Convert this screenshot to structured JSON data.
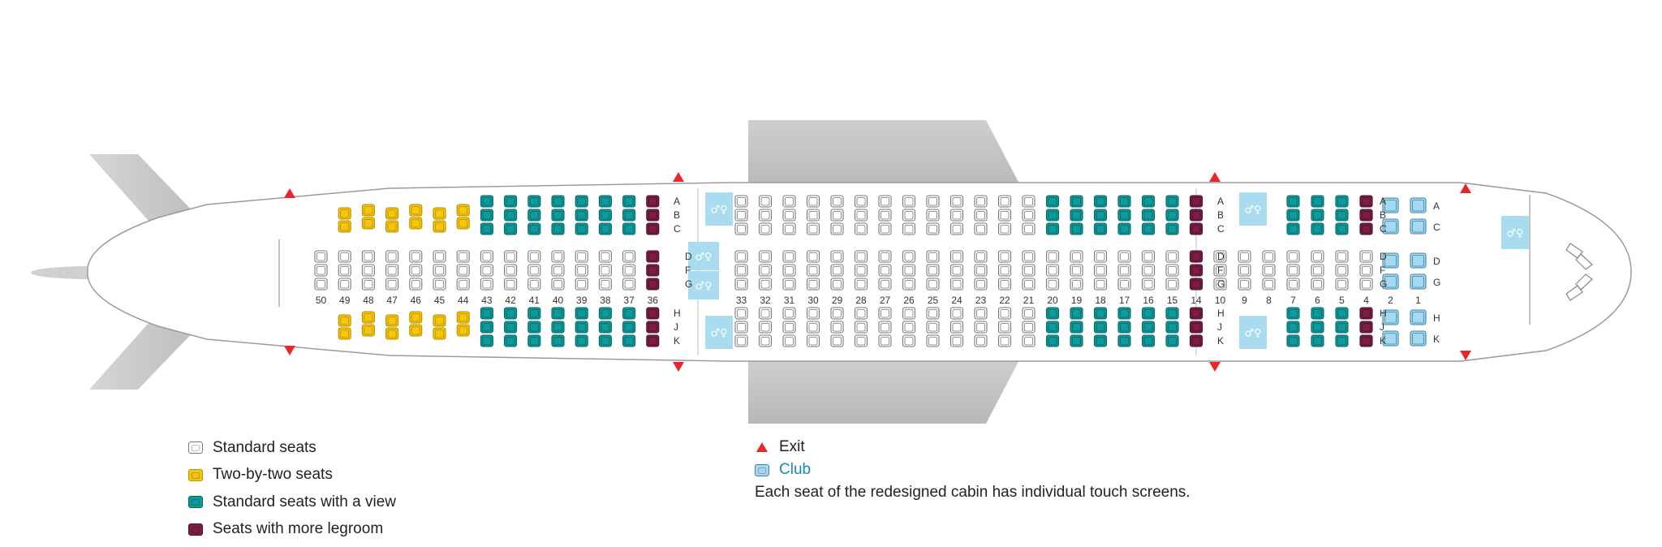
{
  "colors": {
    "standard_fill": "#ffffff",
    "standard_stroke": "#777777",
    "two_by_two": "#f5c60a",
    "view": "#0e9a9a",
    "legroom": "#7a1e45",
    "club": "#a8d8f0",
    "lavatory": "#a9dcef",
    "exit": "#e8262b",
    "fuselage_stroke": "#9a9a9a",
    "wing": "#c8c8c8"
  },
  "cabin": {
    "rear_rows": {
      "labels": [
        "50",
        "49",
        "48",
        "47",
        "46",
        "45",
        "44",
        "43",
        "42",
        "41",
        "40",
        "39",
        "38",
        "37",
        "36"
      ]
    },
    "rear_letters_top": [
      "A",
      "B",
      "C"
    ],
    "rear_letters_mid": [
      "D",
      "F",
      "G"
    ],
    "rear_letters_bot": [
      "H",
      "J",
      "K"
    ],
    "mid_rows": {
      "labels": [
        "33",
        "32",
        "31",
        "30",
        "29",
        "28",
        "27",
        "26",
        "25",
        "24",
        "23",
        "22",
        "21",
        "20",
        "19",
        "18",
        "17",
        "16",
        "15",
        "14"
      ]
    },
    "mid_letters_top": [
      "A",
      "B",
      "C"
    ],
    "mid_letters_mid": [
      "D",
      "F",
      "G"
    ],
    "mid_letters_bot": [
      "H",
      "J",
      "K"
    ],
    "front_rows": {
      "labels": [
        "10",
        "9",
        "8",
        "7",
        "6",
        "5",
        "4"
      ]
    },
    "front_letters_top": [
      "A",
      "B",
      "C"
    ],
    "front_letters_mid": [
      "D",
      "F",
      "G"
    ],
    "front_letters_bot": [
      "H",
      "J",
      "K"
    ],
    "club_rows": {
      "labels": [
        "2",
        "1"
      ]
    },
    "club_letters_top": [
      "A",
      "C"
    ],
    "club_letters_mid": [
      "D",
      "G"
    ],
    "club_letters_bot": [
      "H",
      "K"
    ],
    "lavatory_icon": "restroom-icon"
  },
  "legend": {
    "standard": "Standard seats",
    "two_by_two": "Two-by-two seats",
    "view": "Standard seats with a view",
    "legroom": "Seats with more legroom",
    "exit": "Exit",
    "club": "Club",
    "note": "Each seat of the redesigned cabin has individual touch screens."
  }
}
